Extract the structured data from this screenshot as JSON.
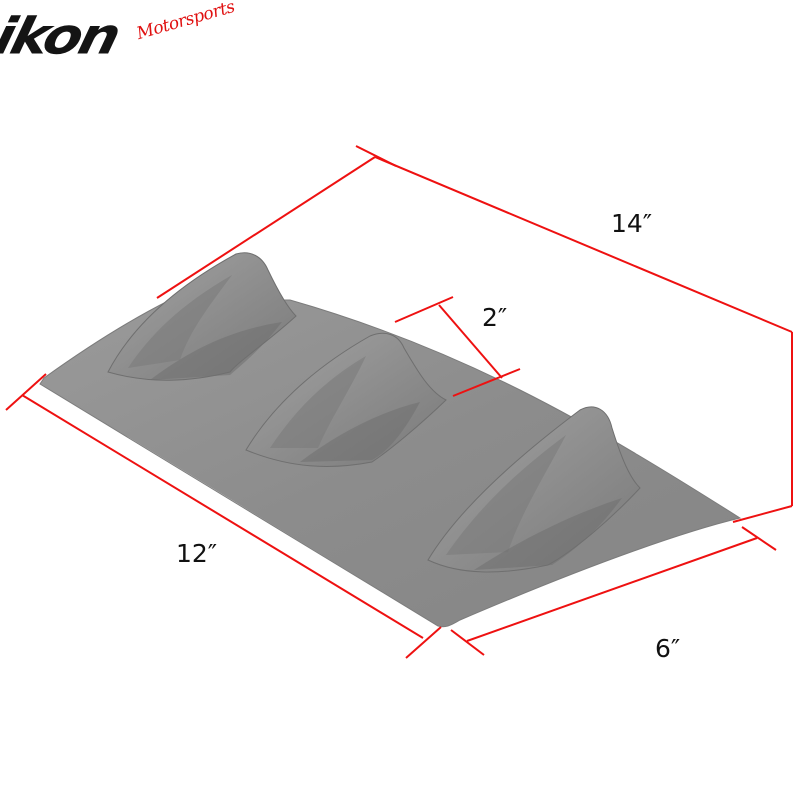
{
  "brand": {
    "name": "ikon",
    "tagline": "Motorsports",
    "colors": {
      "logo_text": "#141414",
      "tagline": "#e01010"
    }
  },
  "product": {
    "name": "rear bumper shark fin diffuser",
    "fin_count": 3,
    "body_color": "#8f8f8f"
  },
  "dimensions": {
    "line_color": "#ee1111",
    "length": "14″",
    "fin_height": "2″",
    "front_width": "12″",
    "side_depth": "6″"
  }
}
